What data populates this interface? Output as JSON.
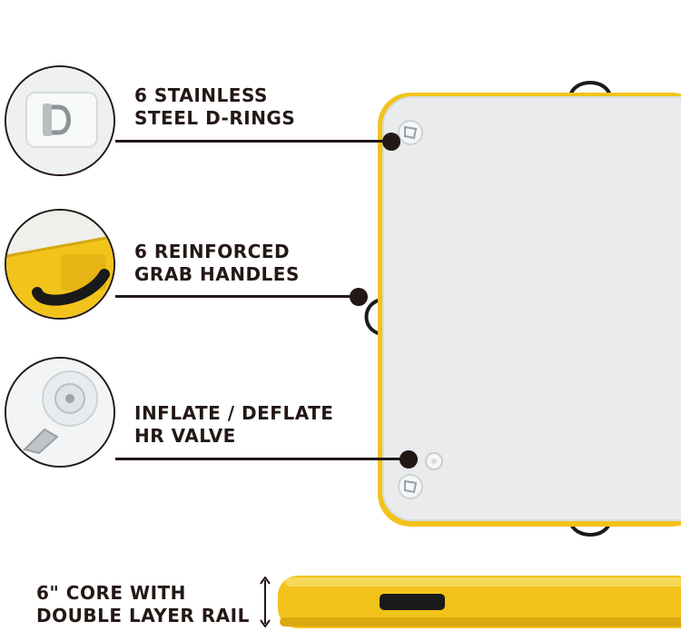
{
  "features": [
    {
      "label_line1": "6 STAINLESS",
      "label_line2": "STEEL D-RINGS",
      "thumbnail_icon": "d-ring-icon"
    },
    {
      "label_line1": "6 REINFORCED",
      "label_line2": "GRAB HANDLES",
      "thumbnail_icon": "grab-handle-icon"
    },
    {
      "label_line1": "INFLATE / DEFLATE",
      "label_line2": "HR VALVE",
      "thumbnail_icon": "valve-icon"
    }
  ],
  "side_view": {
    "label_line1": "6\" CORE WITH",
    "label_line2": "DOUBLE LAYER RAIL"
  },
  "colors": {
    "rail_yellow": "#f2c31a",
    "deck_gray": "#e9ebec",
    "ink": "#231815"
  }
}
